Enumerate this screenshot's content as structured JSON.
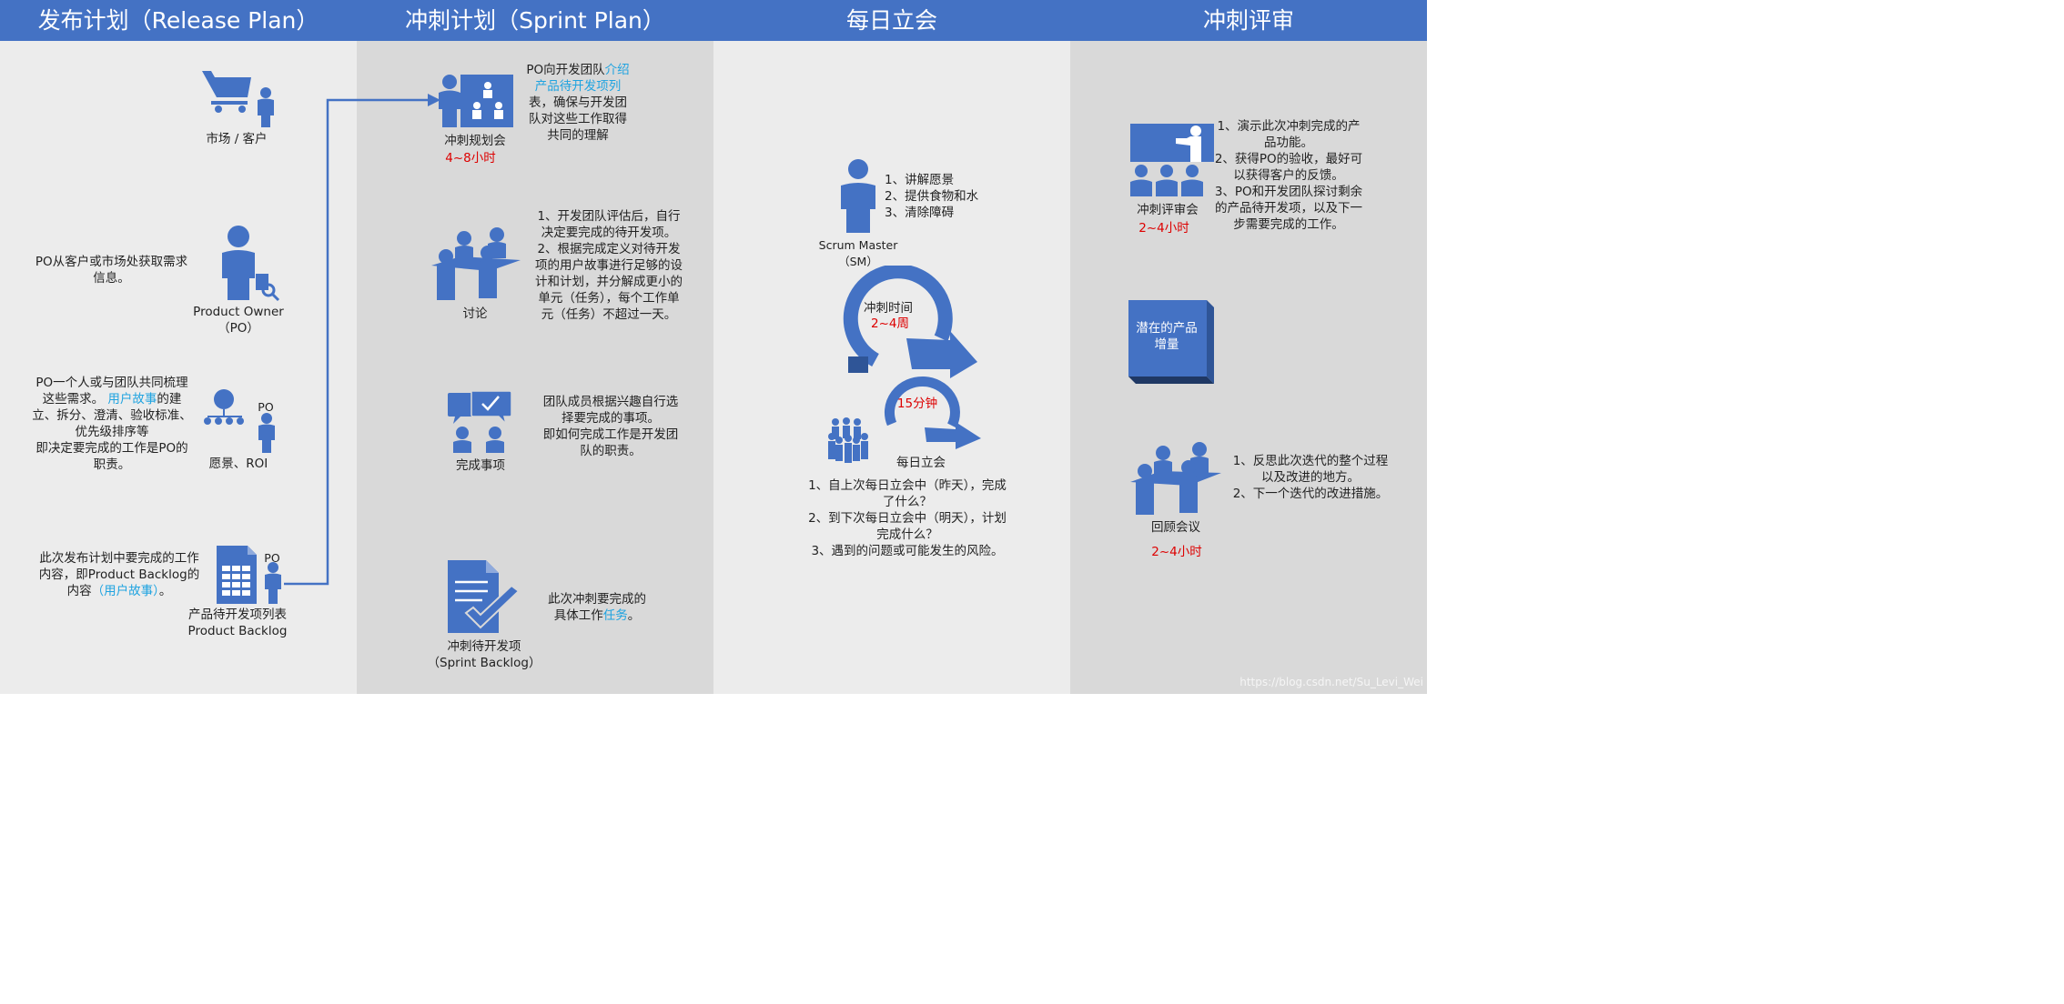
{
  "headers": {
    "release": "发布计划（Release Plan）",
    "sprint": "冲刺计划（Sprint Plan）",
    "daily": "每日立会",
    "review": "冲刺评审"
  },
  "release": {
    "market_label": "市场 / 客户",
    "po_desc": "PO从客户或市场处获取需求信息。",
    "po_label_1": "Product Owner",
    "po_label_2": "（PO）",
    "team_desc_1": "PO一个人或与团队共同梳理这些需求。",
    "team_desc_hl": "用户故事",
    "team_desc_2": "的建立、拆分、澄清、验收标准、优先级排序等",
    "team_desc_3": "即决定要完成的工作是PO的职责。",
    "vision_po_tag": "PO",
    "vision_label": "愿景、ROI",
    "backlog_desc_1": "此次发布计划中要完成的工作内容，即Product Backlog的内容",
    "backlog_desc_hl": "（用户故事）",
    "backlog_desc_2": "。",
    "backlog_po_tag": "PO",
    "backlog_label_1": "产品待开发项列表",
    "backlog_label_2": "Product Backlog"
  },
  "sprint": {
    "meeting_label": "冲刺规划会",
    "meeting_time": "4~8小时",
    "meeting_desc_1": "PO向开发团队",
    "meeting_desc_hl": "介绍产品待开发项列",
    "meeting_desc_2": "表，确保与开发团队对这些工作取得共同的理解",
    "discuss_label": "讨论",
    "discuss_desc_1": "1、开发团队评估后，自行决定要完成的待开发项。",
    "discuss_desc_2": "2、根据完成定义对待开发项的用户故事进行足够的设计和计划，并分解成更小的单元（任务），每个工作单元（任务）不超过一天。",
    "done_label": "完成事项",
    "done_desc_1": "团队成员根据兴趣自行选择要完成的事项。",
    "done_desc_2": "即如何完成工作是开发团队的职责。",
    "sb_label_1": "冲刺待开发项",
    "sb_label_2": "（Sprint Backlog）",
    "sb_desc_1": "此次冲刺要完成的具体工作",
    "sb_desc_hl": "任务",
    "sb_desc_2": "。"
  },
  "daily": {
    "sm_items": [
      "1、讲解愿景",
      "2、提供食物和水",
      "3、清除障碍"
    ],
    "sm_label_1": "Scrum Master",
    "sm_label_2": "（SM）",
    "sprint_time_label": "冲刺时间",
    "sprint_time_value": "2~4周",
    "standup_time": "15分钟",
    "standup_label": "每日立会",
    "questions": [
      "1、自上次每日立会中（昨天），完成了什么？",
      "2、到下次每日立会中（明天），计划完成什么？",
      "3、遇到的问题或可能发生的风险。"
    ]
  },
  "review": {
    "meeting_label": "冲刺评审会",
    "meeting_time": "2~4小时",
    "meeting_items": [
      "1、演示此次冲刺完成的产品功能。",
      "2、获得PO的验收，最好可以获得客户的反馈。",
      "3、PO和开发团队探讨剩余的产品待开发项，以及下一步需要完成的工作。"
    ],
    "increment_label": "潜在的产品增量",
    "retro_label": "回顾会议",
    "retro_time": "2~4小时",
    "retro_items": [
      "1、反思此次迭代的整个过程以及改进的地方。",
      "2、下一个迭代的改进措施。"
    ]
  },
  "watermark": "https://blog.csdn.net/Su_Levi_Wei",
  "colors": {
    "header": "#4472c4",
    "icon": "#4472c4",
    "highlight": "#1fa3e0",
    "time_red": "#dd0000",
    "col_light": "#ececec",
    "col_dark": "#d9d9d9"
  }
}
